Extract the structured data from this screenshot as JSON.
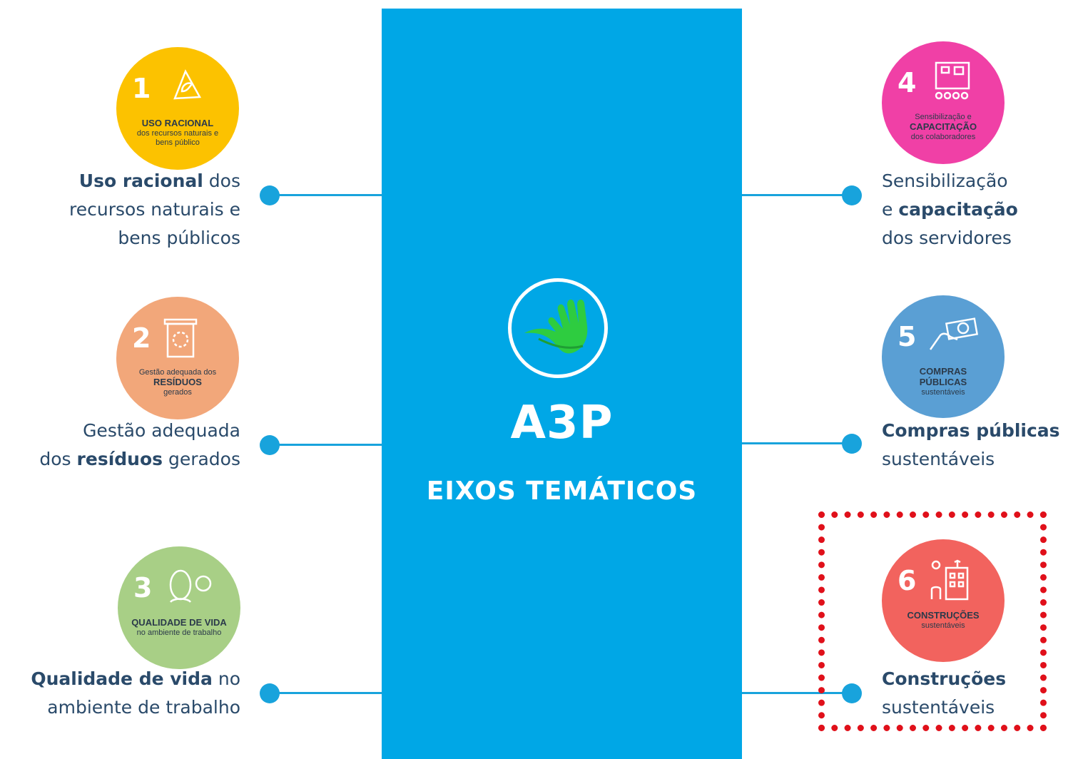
{
  "center": {
    "logo_text": "A3P",
    "subtitle": "EIXOS TEMÁTICOS",
    "panel_color": "#00a7e6"
  },
  "axes": [
    {
      "number": "1",
      "color": "#fcc200",
      "icon": "recycle-leaf-icon",
      "badge_title": "USO RACIONAL",
      "badge_text": "dos recursos naturais e bens público",
      "label_bold": "Uso racional",
      "label_lines": [
        "dos",
        "recursos naturais e",
        "bens públicos"
      ]
    },
    {
      "number": "2",
      "color": "#f2a77a",
      "icon": "trash-bin-icon",
      "badge_pre": "Gestão adequada dos",
      "badge_title": "RESÍDUOS",
      "badge_text": "gerados",
      "label_line1": "Gestão adequada",
      "label_pre": "dos ",
      "label_bold": "resíduos",
      "label_post": " gerados"
    },
    {
      "number": "3",
      "color": "#a8cf86",
      "icon": "person-face-icon",
      "badge_title": "QUALIDADE DE VIDA",
      "badge_text": "no ambiente de trabalho",
      "label_bold": "Qualidade de vida",
      "label_rest": " no",
      "label_line2": "ambiente de trabalho"
    },
    {
      "number": "4",
      "color": "#f040a6",
      "icon": "training-board-icon",
      "badge_pre": "Sensibilização e",
      "badge_title": "CAPACITAÇÃO",
      "badge_text": "dos colaboradores",
      "label_line1": "Sensibilização",
      "label_pre": "e ",
      "label_bold": "capacitação",
      "label_line3": "dos servidores"
    },
    {
      "number": "5",
      "color": "#5a9fd4",
      "icon": "hand-money-icon",
      "badge_title": "COMPRAS PÚBLICAS",
      "badge_text": "sustentáveis",
      "label_bold": "Compras públicas",
      "label_line2": "sustentáveis"
    },
    {
      "number": "6",
      "color": "#f2635e",
      "icon": "building-plant-icon",
      "badge_title": "CONSTRUÇÕES",
      "badge_text": "sustentáveis",
      "label_bold": "Construções",
      "label_line2": "sustentáveis"
    }
  ]
}
